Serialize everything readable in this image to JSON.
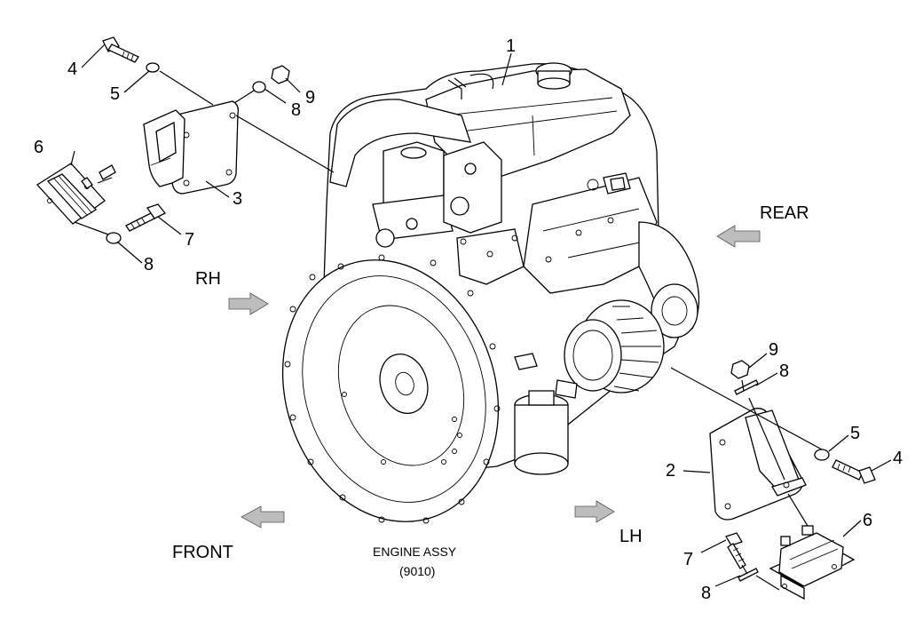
{
  "labels": {
    "engine": "1",
    "bracket_lh": "2",
    "bracket_rh": "3",
    "bolt_rh": "4",
    "washer_rh": "5",
    "mount_rh": "6",
    "bolt2_rh": "7",
    "washer2_rh_top": "8",
    "nut_rh": "9",
    "washer2_rh_bottom": "8",
    "nut_lh": "9",
    "washer2_lh_top": "8",
    "washer_lh": "5",
    "bolt_lh": "4",
    "mount_lh": "6",
    "bolt2_lh": "7",
    "washer2_lh_bottom": "8"
  },
  "directions": {
    "rear": "REAR",
    "rh": "RH",
    "front": "FRONT",
    "lh": "LH"
  },
  "caption": {
    "title": "ENGINE ASSY",
    "code": "(9010)"
  }
}
